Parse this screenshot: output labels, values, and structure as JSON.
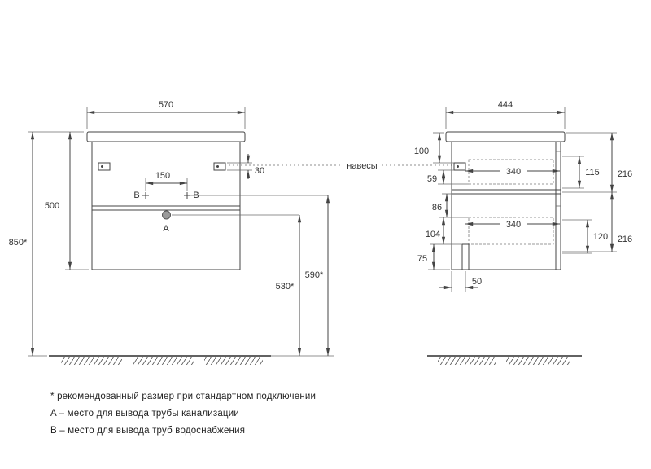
{
  "front_view": {
    "labels": {
      "a": "A",
      "b_left": "B",
      "b_right": "B"
    },
    "dims": {
      "width": "570",
      "height": "500",
      "overall_height": "850*",
      "b_spacing": "150",
      "hanger_height": "30",
      "a_height": "530*",
      "b_height": "590*"
    }
  },
  "side_view": {
    "dims": {
      "depth": "444",
      "d100": "100",
      "d59": "59",
      "d86": "86",
      "d104": "104",
      "d75": "75",
      "drawer_depth_top": "340",
      "drawer_depth_bottom": "340",
      "d115": "115",
      "d120": "120",
      "d216_top": "216",
      "d216_bottom": "216",
      "d50": "50"
    }
  },
  "callouts": {
    "hangers": "навесы"
  },
  "footnotes": [
    "* рекомендованный размер при стандартном подключении",
    "A – место для вывода трубы канализации",
    "B – место для вывода труб водоснабжения"
  ]
}
